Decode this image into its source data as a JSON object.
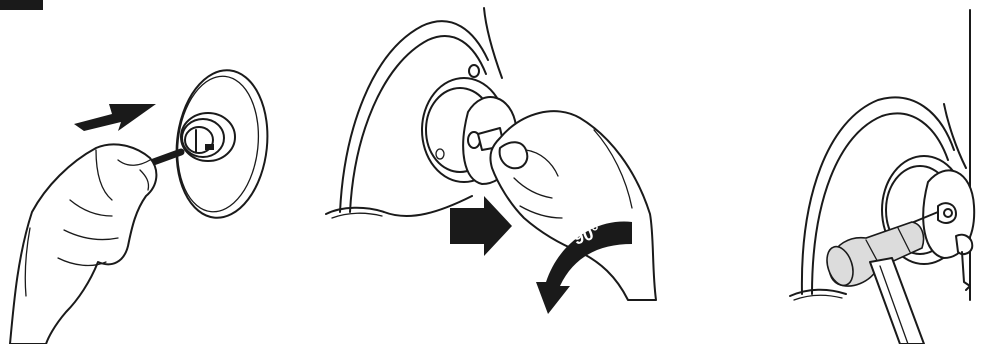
{
  "steps": [
    {
      "name": "insert-tool"
    },
    {
      "name": "turn-key"
    },
    {
      "name": "remove-cylinder"
    }
  ],
  "turn_angle_label": "90°",
  "colors": {
    "ink": "#1a1a1a",
    "background": "#ffffff",
    "shade": "#dcdcdc"
  }
}
